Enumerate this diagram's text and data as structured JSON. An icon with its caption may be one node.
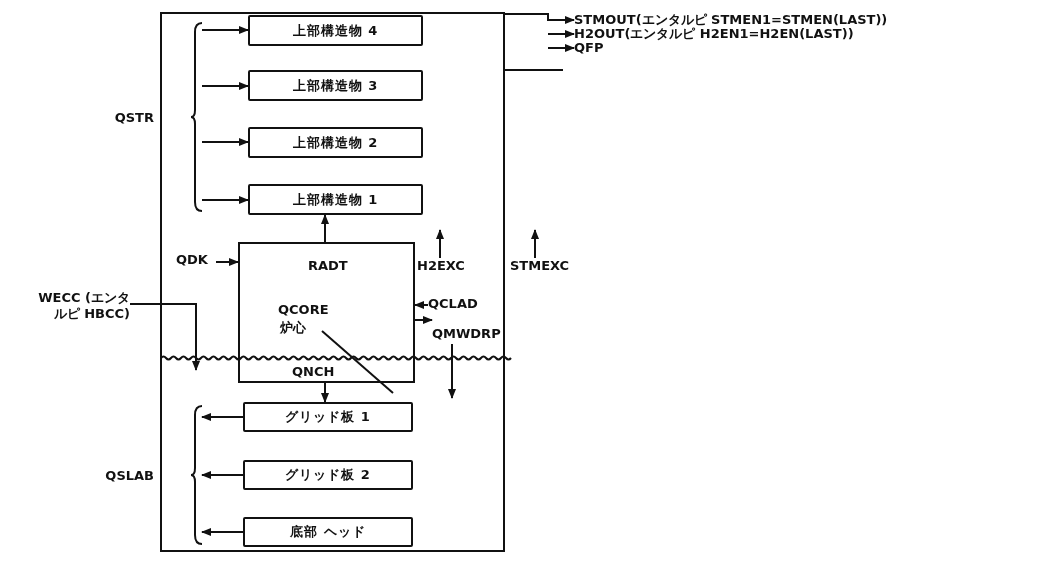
{
  "diagram": {
    "nodes": [
      {
        "text": [],
        "shape": "box"
      },
      {
        "text": [
          "上部構造物 4"
        ],
        "in": 0
      },
      {
        "text": [
          "上部構造物 3"
        ],
        "in": 0
      },
      {
        "text": [
          "上部構造物 2"
        ],
        "in": 0
      },
      {
        "text": [
          "上部構造物 1"
        ],
        "in": 0
      },
      {
        "text": [
          "RADT",
          "QCORE",
          "炉心",
          "QNCH"
        ],
        "in": 0
      },
      {
        "text": [
          "グリッド板 1"
        ],
        "in": 0
      },
      {
        "text": [
          "グリッド板 2"
        ],
        "in": 0
      },
      {
        "text": [
          "底部 ヘッド"
        ],
        "in": 0
      },
      {
        "text": [
          "QDK"
        ],
        "in": 0
      },
      {
        "text": [
          "H2EXC"
        ],
        "in": 0
      },
      {
        "text": [
          "STMEXC"
        ]
      },
      {
        "text": [
          "QCLAD"
        ],
        "in": 0
      },
      {
        "text": [
          "QMWDRP"
        ],
        "in": 0
      },
      {
        "text": [
          "WECC (エンタルピ HBCC)"
        ]
      },
      {
        "text": [
          "STMOUT(エンタルピ STMEN1=STMEN(LAST))"
        ]
      },
      {
        "text": [
          "H2OUT(エンタルピ H2EN1=H2EN(LAST))"
        ]
      },
      {
        "text": [
          "QFP"
        ]
      },
      {
        "text": [],
        "shape": "brace",
        "beside": [
          "QSTR"
        ],
        "in": 0
      },
      {
        "text": [],
        "shape": "brace",
        "beside": [
          "QSLAB"
        ],
        "in": 0
      }
    ],
    "edges": [
      {
        "from": 18,
        "to": 1,
        "arrow": "to"
      },
      {
        "from": 18,
        "to": 2,
        "arrow": "to"
      },
      {
        "from": 18,
        "to": 3,
        "arrow": "to"
      },
      {
        "from": 18,
        "to": 4,
        "arrow": "to"
      },
      {
        "from": 5,
        "to": 4,
        "arrow": "to"
      },
      {
        "from": 9,
        "to": 5,
        "arrow": "to"
      },
      {
        "from": 10,
        "to": null,
        "arrow": "to"
      },
      {
        "from": 11,
        "to": null,
        "arrow": "to"
      },
      {
        "from": 12,
        "to": 5,
        "arrow": "to"
      },
      {
        "from": 5,
        "to": 13,
        "arrow": "to"
      },
      {
        "from": 13,
        "to": null,
        "arrow": "to"
      },
      {
        "from": 5,
        "to": 6,
        "arrow": "to"
      },
      {
        "from": 14,
        "to": null,
        "arrow": "to"
      },
      {
        "from": 6,
        "to": 19,
        "arrow": "to"
      },
      {
        "from": 7,
        "to": 19,
        "arrow": "to"
      },
      {
        "from": 8,
        "to": 19,
        "arrow": "to"
      },
      {
        "from": 0,
        "to": 15,
        "arrow": "to"
      },
      {
        "from": null,
        "to": 16,
        "arrow": "to"
      },
      {
        "from": null,
        "to": 17,
        "arrow": "to"
      }
    ]
  }
}
